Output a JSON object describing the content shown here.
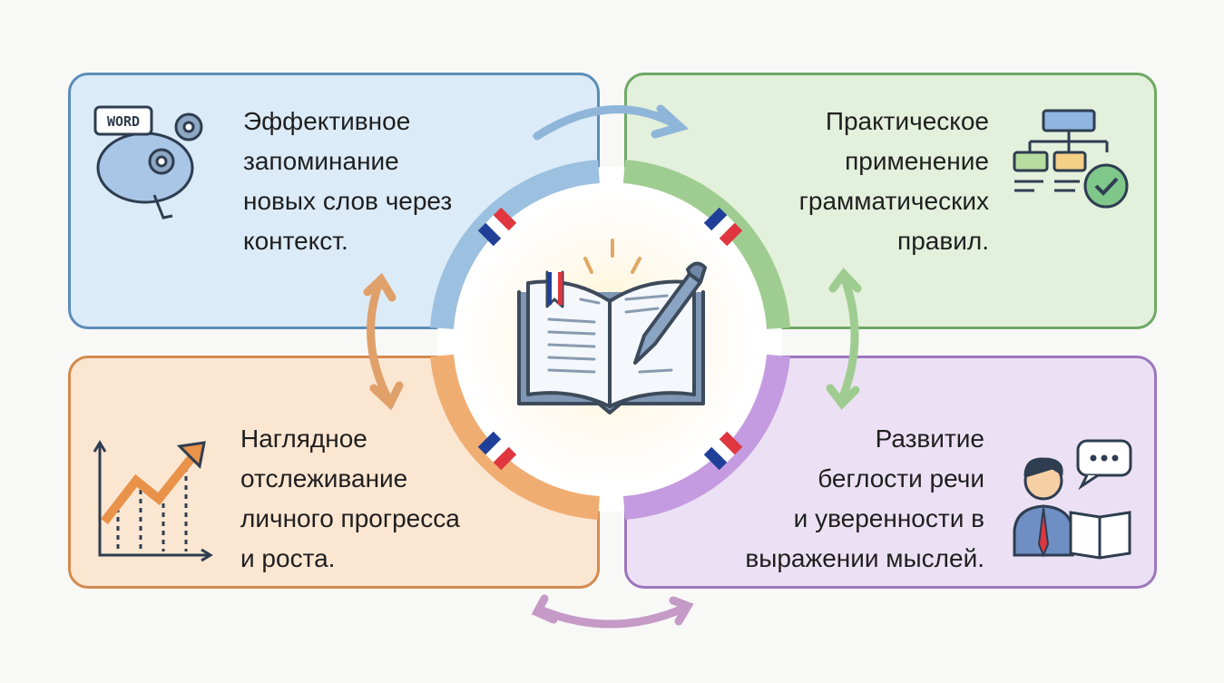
{
  "cards": [
    {
      "lines": [
        "Эффективное",
        "запоминание",
        "новых слов через",
        "контекст."
      ],
      "icon": "brain-gears-icon",
      "icon_label": "WORD",
      "color": "#5b8db8"
    },
    {
      "lines": [
        "Практическое",
        "применение",
        "грамматических",
        "правил."
      ],
      "icon": "flowchart-check-icon",
      "color": "#6fa866"
    },
    {
      "lines": [
        "Наглядное",
        "отслеживание",
        "личного прогресса",
        "и роста."
      ],
      "icon": "growth-chart-icon",
      "color": "#d38a4f"
    },
    {
      "lines": [
        "Развитие",
        "беглости речи",
        "и уверенности в",
        "выражении мыслей."
      ],
      "icon": "speaker-book-icon",
      "color": "#9c76bd"
    }
  ],
  "center": {
    "icon": "open-book-pen-icon"
  },
  "colors": {
    "flag_blue": "#1f3f99",
    "flag_red": "#e0363f"
  }
}
